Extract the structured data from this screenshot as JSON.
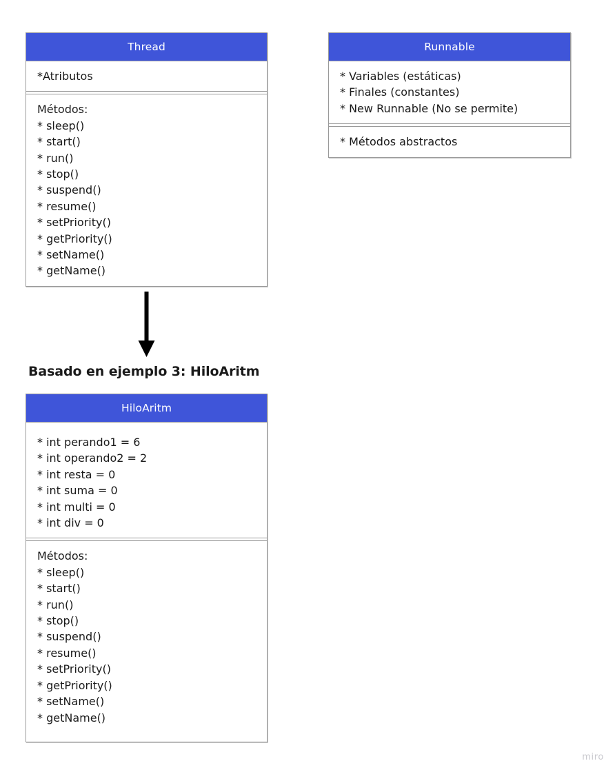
{
  "diagram": {
    "caption": "Basado en ejemplo 3: HiloAritm",
    "watermark": "miro",
    "header_color": "#3F55D9",
    "border_color": "#9a9a9a",
    "text_color": "#1a1a1a"
  },
  "classes": {
    "thread": {
      "name": "Thread",
      "attributes": [
        "*Atributos"
      ],
      "methods": [
        "Métodos:",
        "* sleep()",
        "* start()",
        "* run()",
        "* stop()",
        "* suspend()",
        "* resume()",
        "* setPriority()",
        "* getPriority()",
        "* setName()",
        "* getName()"
      ]
    },
    "runnable": {
      "name": "Runnable",
      "attributes": [
        "* Variables (estáticas)",
        "* Finales (constantes)",
        "* New Runnable (No se permite)"
      ],
      "methods": [
        "* Métodos abstractos"
      ]
    },
    "hiloaritm": {
      "name": "HiloAritm",
      "attributes": [
        "* int perando1 = 6",
        "* int operando2 = 2",
        "* int resta = 0",
        "* int suma = 0",
        "* int multi = 0",
        "* int div = 0"
      ],
      "methods": [
        "Métodos:",
        "* sleep()",
        "* start()",
        "* run()",
        "* stop()",
        "* suspend()",
        "* resume()",
        "* setPriority()",
        "* getPriority()",
        "* setName()",
        "* getName()"
      ]
    }
  },
  "relationship": {
    "kind": "inheritance-arrow",
    "from": "Thread",
    "to": "HiloAritm"
  }
}
